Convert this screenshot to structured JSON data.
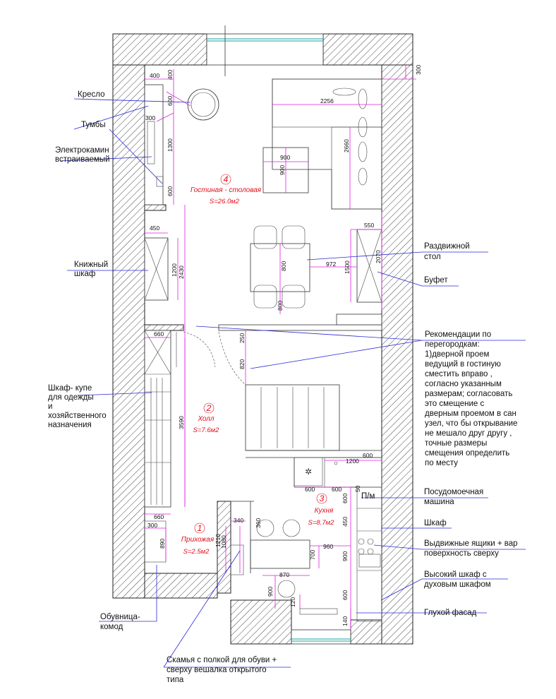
{
  "rooms": [
    {
      "num": "4",
      "name": "Гостиная - столовая",
      "area": "S=26.0м2"
    },
    {
      "num": "2",
      "name": "Холл",
      "area": "S=7.6м2"
    },
    {
      "num": "3",
      "name": "Кухня",
      "area": "S=8.7м2"
    },
    {
      "num": "1",
      "name": "Прихожая",
      "area": "S=2.5м2"
    }
  ],
  "labels": {
    "kreslo": "Кресло",
    "tumby": "Тумбы",
    "elektrokamin1": "Электрокамин",
    "elektrokamin2": "встраиваемый",
    "knizhny1": "Книжный",
    "knizhny2": "шкаф",
    "shkaf_kupe1": "Шкаф- купе",
    "shkaf_kupe2": "для одежды",
    "shkaf_kupe3": "и",
    "shkaf_kupe4": "хозяйственного",
    "shkaf_kupe5": "назначения",
    "obuvnitsa1": "Обувница-",
    "obuvnitsa2": "комод",
    "skamya1": "Скамья с полкой для обуви +",
    "skamya2": "сверху вешалка открытого",
    "skamya3": "типа",
    "razdvizhnoy1": "Раздвижной",
    "razdvizhnoy2": "стол",
    "bufet": "Буфет",
    "rec1": "Рекомендации по",
    "rec2": "перегородкам:",
    "rec3": "1)дверной проем",
    "rec4": "ведущий  в гостиную",
    "rec5": "сместить вправо ,",
    "rec6": "согласно указанным",
    "rec7": "размерам; согласовать",
    "rec8": "это смещение с",
    "rec9": "дверным проемом в сан",
    "rec10": "узел, что бы открывание",
    "rec11": "не мешало друг другу ,",
    "rec12": "точные размеры",
    "rec13": "смещения определить",
    "rec14": "по месту",
    "pm": "П/м",
    "posudomoechnaya1": "Посудомоечная",
    "posudomoechnaya2": "машина",
    "shkaf": "Шкаф",
    "vydvizhnye1": "Выдвижные ящики + вар",
    "vydvizhnye2": "поверхность сверху",
    "vysoky1": "Высокий шкаф с",
    "vysoky2": "духовым шкафом",
    "glukhoy": "Глухой фасад"
  },
  "dims": {
    "d300": "300",
    "d400a": "400",
    "d400b": "400",
    "d600a": "600",
    "d300b": "300",
    "d1300": "1300",
    "d600b": "600",
    "d2256": "2256",
    "d2660": "2660",
    "d900a": "900",
    "d900b": "900",
    "d450a": "450",
    "d1200a": "1200",
    "d2430": "2430",
    "d550": "550",
    "d2070": "2070",
    "d1500": "1500",
    "d972": "972",
    "d800a": "800",
    "d800b": "800",
    "d660a": "660",
    "d250": "250",
    "d820": "820",
    "d3590": "3590",
    "d600c": "600",
    "d1200b": "1200",
    "d600d": "600",
    "d600e": "600",
    "d50": "50",
    "d600f": "600",
    "d660b": "660",
    "d300c": "300",
    "d890": "890",
    "d340": "340",
    "d1210": "1210",
    "d1080": "1080",
    "d360": "360",
    "d450b": "450",
    "d960": "960",
    "d700": "700",
    "d900c": "900",
    "d870": "870",
    "d900d": "900",
    "d120": "120",
    "d600g": "600",
    "d140": "140"
  }
}
